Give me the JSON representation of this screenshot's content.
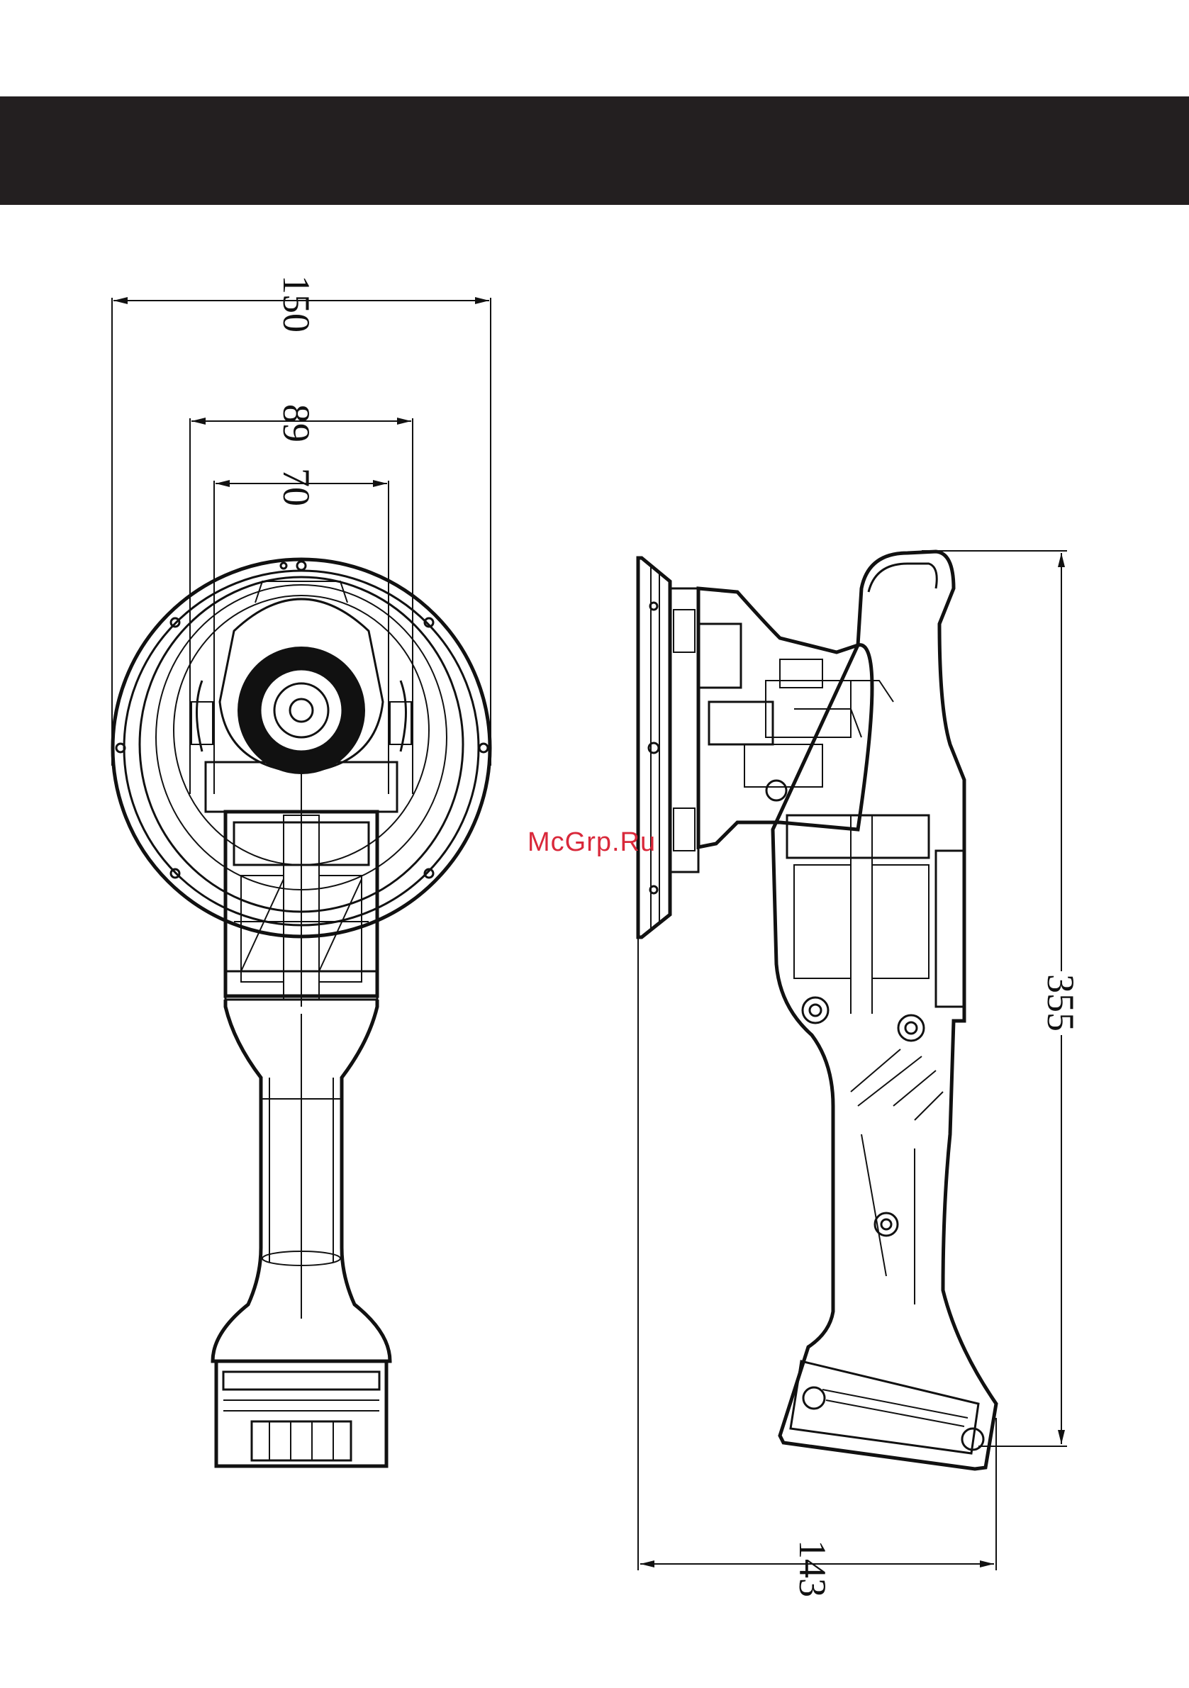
{
  "watermark": "McGrp.Ru",
  "dimensions": {
    "front_outer_diameter": "150",
    "front_middle_width": "89",
    "front_inner_width": "70",
    "side_height": "355",
    "side_length": "143"
  },
  "colors": {
    "header_bar": "#231f20",
    "line": "#111111",
    "watermark": "#d9283a"
  }
}
